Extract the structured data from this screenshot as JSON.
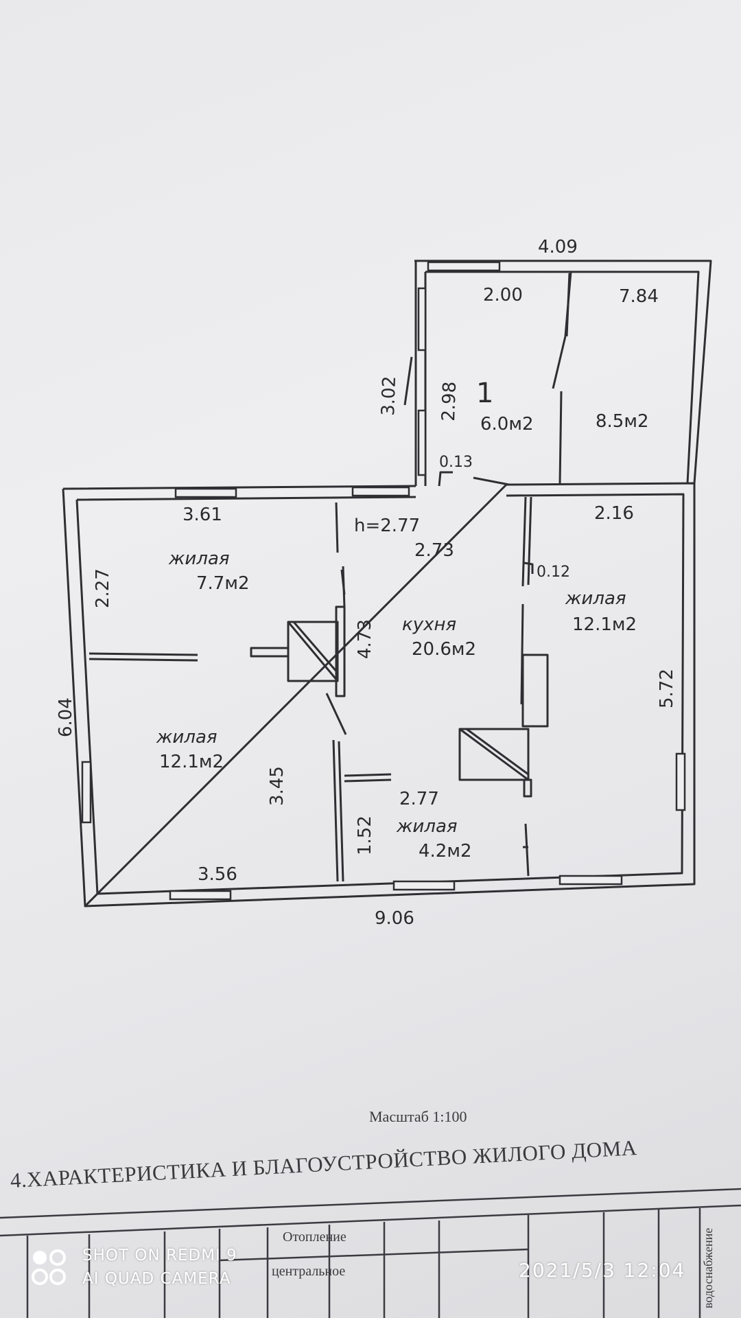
{
  "plan": {
    "dims": {
      "top_annex": "4.09",
      "annex_left_room": "2.00",
      "annex_right_room": "7.84",
      "annex_height_outer": "3.02",
      "annex_height_inner": "2.98",
      "door_small": "0.13",
      "room_nw_width": "3.61",
      "room_nw_height": "2.27",
      "ceiling": "h=2.77",
      "kitchen_width": "2.73",
      "door_east": "0.12",
      "room_ne_width": "2.16",
      "east_wall": "5.72",
      "west_wall": "6.04",
      "stove": "4.73",
      "room_sw_height": "3.45",
      "room_s_width": "2.77",
      "room_s_height": "1.52",
      "room_sw_width": "3.56",
      "total_width": "9.06"
    },
    "rooms": {
      "annex_number": "1",
      "annex_left_area": "6.0м2",
      "annex_right_area": "8.5м2",
      "nw_name": "жилая",
      "nw_area": "7.7м2",
      "kitchen_name": "кухня",
      "kitchen_area": "20.6м2",
      "ne_name": "жилая",
      "ne_area": "12.1м2",
      "sw_name": "жилая",
      "sw_area": "12.1м2",
      "s_name": "жилая",
      "s_area": "4.2м2"
    }
  },
  "scale_label": "Масштаб 1:100",
  "section_heading": "4.ХАРАКТЕРИСТИКА И БЛАГОУСТРОЙСТВО ЖИЛОГО ДОМА",
  "table": {
    "heating_header": "Отопление",
    "heating_value": "центральное",
    "water_header": "водоснабжение"
  },
  "watermark": {
    "line1": "SHOT ON REDMI 9",
    "line2": "AI QUAD CAMERA",
    "timestamp": "2021/5/3  12:04"
  }
}
